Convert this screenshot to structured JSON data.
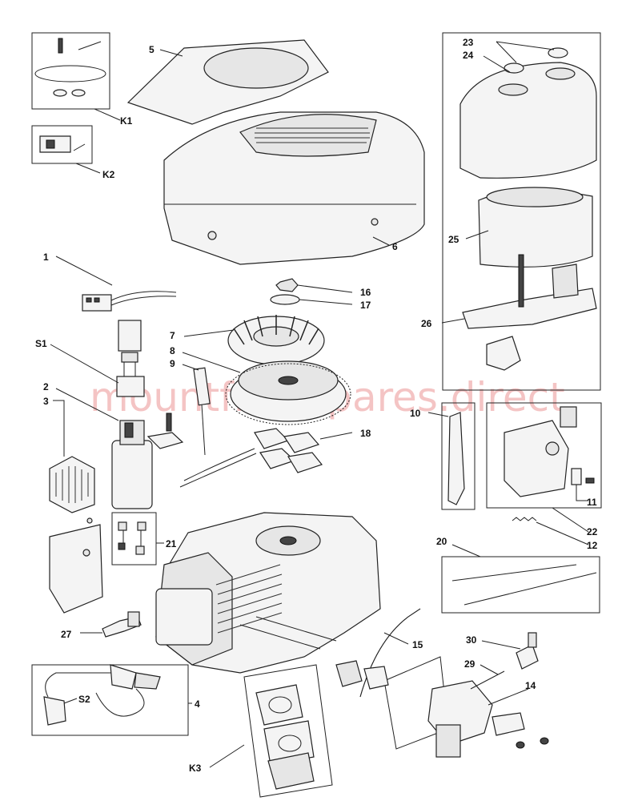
{
  "watermark": "mountfieldspares.direct",
  "callouts": {
    "k1": "K1",
    "k2": "K2",
    "k3": "K3",
    "n5": "5",
    "n6": "6",
    "n1": "1",
    "s1": "S1",
    "n2": "2",
    "n3": "3",
    "n16": "16",
    "n17": "17",
    "n7": "7",
    "n8": "8",
    "n9": "9",
    "n18": "18",
    "n21": "21",
    "n27": "27",
    "n4": "4",
    "s2": "S2",
    "n15": "15",
    "n23": "23",
    "n24": "24",
    "n25": "25",
    "n26": "26",
    "n10": "10",
    "n11": "11",
    "n22": "22",
    "n12": "12",
    "n20": "20",
    "n30": "30",
    "n29": "29",
    "n14": "14"
  }
}
